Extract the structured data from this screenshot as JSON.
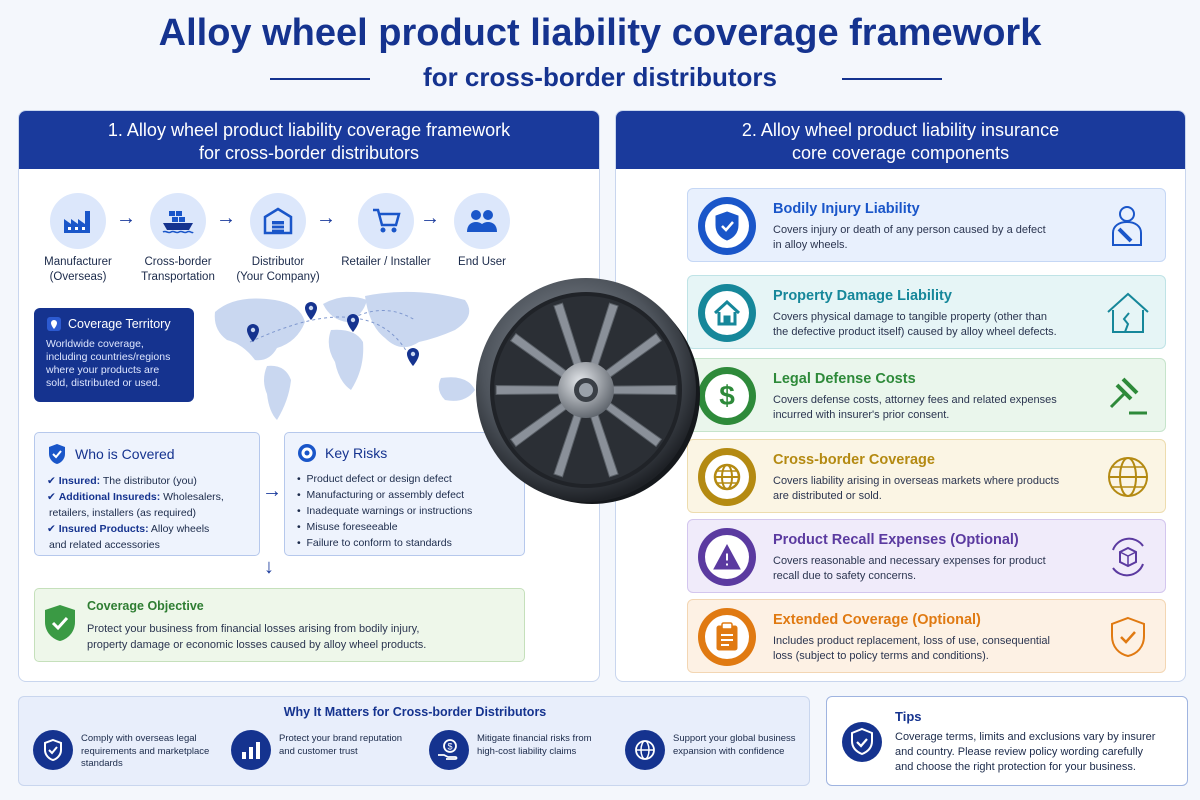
{
  "header": {
    "title": "Alloy wheel product liability coverage framework",
    "subtitle": "for cross-border distributors"
  },
  "left_panel": {
    "title_line1": "1. Alloy wheel product liability coverage framework",
    "title_line2": "for cross-border distributors",
    "flow": [
      {
        "line1": "Manufacturer",
        "line2": "(Overseas)",
        "icon": "factory-icon"
      },
      {
        "line1": "Cross-border",
        "line2": "Transportation",
        "icon": "cargo-ship-icon"
      },
      {
        "line1": "Distributor",
        "line2": "(Your Company)",
        "icon": "warehouse-icon"
      },
      {
        "line1": "Retailer / Installer",
        "line2": "",
        "icon": "shopping-cart-icon"
      },
      {
        "line1": "End User",
        "line2": "",
        "icon": "users-icon"
      }
    ],
    "territory": {
      "title": "Coverage Territory",
      "text": "Worldwide coverage, including countries/regions where your products are sold, distributed or used."
    },
    "who_covered": {
      "title": "Who is Covered",
      "items": [
        {
          "label": "Insured:",
          "text": " The distributor (you)"
        },
        {
          "label": "Additional Insureds:",
          "text": " Wholesalers,"
        },
        {
          "label": "",
          "text": "retailers, installers (as required)"
        },
        {
          "label": "Insured Products:",
          "text": " Alloy wheels"
        },
        {
          "label": "",
          "text": "and related accessories"
        }
      ]
    },
    "key_risks": {
      "title": "Key Risks",
      "items": [
        "Product defect or design defect",
        "Manufacturing or assembly defect",
        "Inadequate warnings or instructions",
        "Misuse foreseeable",
        "Failure to conform to standards"
      ]
    },
    "objective": {
      "title": "Coverage Objective",
      "text_line1": "Protect your business from financial losses arising from bodily injury,",
      "text_line2": "property damage or economic losses caused by alloy wheel products."
    }
  },
  "right_panel": {
    "title_line1": "2. Alloy wheel product liability insurance",
    "title_line2": "core coverage components",
    "components": [
      {
        "title": "Bodily Injury Liability",
        "line1": "Covers injury or death of any person caused by a defect",
        "line2": "in alloy wheels.",
        "color": "#1a56c9",
        "bg": "#e8f0fd",
        "border": "#c5d7f5",
        "icon": "shield-check-icon",
        "side_icon": "injured-person-icon"
      },
      {
        "title": "Property Damage Liability",
        "line1": "Covers physical damage to tangible property (other than",
        "line2": "the defective product itself) caused by alloy wheel defects.",
        "color": "#16879a",
        "bg": "#e6f5f6",
        "border": "#bfe3e6",
        "icon": "house-icon",
        "side_icon": "damaged-house-icon"
      },
      {
        "title": "Legal Defense Costs",
        "line1": "Covers defense costs, attorney fees and related expenses",
        "line2": "incurred with insurer's prior consent.",
        "color": "#2e8a3a",
        "bg": "#eaf6ec",
        "border": "#c6e4cb",
        "icon": "dollar-icon",
        "side_icon": "gavel-icon"
      },
      {
        "title": "Cross-border Coverage",
        "line1": "Covers liability arising in overseas markets where products",
        "line2": "are distributed or sold.",
        "color": "#b48a12",
        "bg": "#fbf5e4",
        "border": "#eddcae",
        "icon": "globe-icon",
        "side_icon": "globe-outline-icon"
      },
      {
        "title": "Product Recall Expenses (Optional)",
        "line1": "Covers reasonable and necessary expenses for product",
        "line2": "recall due to safety concerns.",
        "color": "#5b3aa0",
        "bg": "#f0ebfa",
        "border": "#d3c6ee",
        "icon": "warning-icon",
        "side_icon": "recall-box-icon"
      },
      {
        "title": "Extended Coverage (Optional)",
        "line1": "Includes product replacement, loss of use, consequential",
        "line2": "loss (subject to policy terms and conditions).",
        "color": "#e07a12",
        "bg": "#fdf1e4",
        "border": "#f3d6b3",
        "icon": "clipboard-icon",
        "side_icon": "shield-outline-icon"
      }
    ]
  },
  "why": {
    "title": "Why It Matters for Cross-border Distributors",
    "items": [
      {
        "line1": "Comply with overseas legal",
        "line2": "requirements and marketplace",
        "line3": "standards",
        "icon": "shield-check-icon"
      },
      {
        "line1": "Protect your brand reputation",
        "line2": "and customer trust",
        "line3": "",
        "icon": "bar-chart-icon"
      },
      {
        "line1": "Mitigate financial risks from",
        "line2": "high-cost liability claims",
        "line3": "",
        "icon": "coin-hand-icon"
      },
      {
        "line1": "Support your global business",
        "line2": "expansion with confidence",
        "line3": "",
        "icon": "globe-icon"
      }
    ]
  },
  "tips": {
    "title": "Tips",
    "line1": "Coverage terms, limits and exclusions vary by insurer",
    "line2": "and country. Please review policy wording carefully",
    "line3": "and choose the right protection for your business."
  }
}
